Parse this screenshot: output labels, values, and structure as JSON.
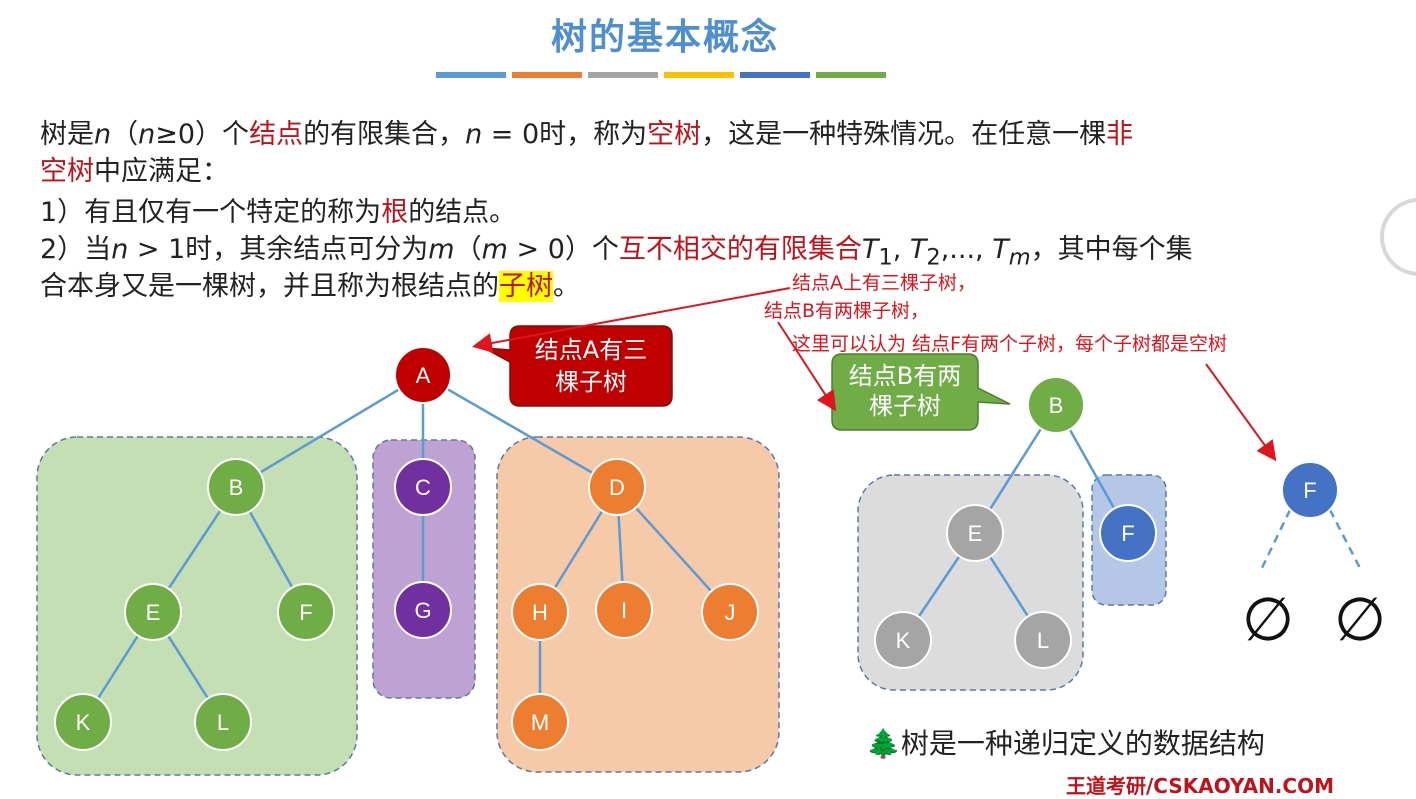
{
  "title": "树的基本概念",
  "accent_bars": [
    "#5b9bd5",
    "#ed7d31",
    "#a5a5a5",
    "#ffc000",
    "#4472c4",
    "#70ad47"
  ],
  "paragraph": {
    "line1_a": "树是",
    "n1": "n",
    "line1_b": "（",
    "n2": "n",
    "line1_c": "≥0）个",
    "term_node": "结点",
    "line1_d": "的有限集合，",
    "n3": "n",
    "line1_e": " = 0时，称为",
    "term_empty": "空树",
    "line1_f": "，这是一种特殊情况。在任意一棵",
    "term_non": "非",
    "line2_term": "空树",
    "line2_b": "中应满足：",
    "line3_a": "1）有且仅有一个特定的称为",
    "term_root": "根",
    "line3_b": "的结点。",
    "line4_a": "2）当",
    "n4": "n",
    "line4_b": " > 1时，其余结点可分为",
    "m1": "m",
    "line4_c": "（",
    "m2": "m",
    "line4_d": " > 0）个",
    "term_disjoint": "互不相交的有限集合",
    "t1": "T",
    "sub1": "1",
    "comma1": ", ",
    "t2": "T",
    "sub2": "2",
    "dots": ",..., ",
    "tm": "T",
    "subm": "m",
    "line4_e": "，其中每个集",
    "line5_a": "合本身又是一棵树，并且称为根结点的",
    "term_subtree": "子树",
    "line5_b": "。"
  },
  "annotations": {
    "line1": "结点A上有三棵子树，",
    "line2": "结点B有两棵子树，",
    "line3": "这里可以认为 结点F有两个子树，每个子树都是空树"
  },
  "callouts": {
    "a_line1": "结点A有三",
    "a_line2": "棵子树",
    "b_line1": "结点B有两",
    "b_line2": "棵子树"
  },
  "tree_main": {
    "nodes": [
      "A",
      "B",
      "C",
      "D",
      "E",
      "F",
      "G",
      "H",
      "I",
      "J",
      "K",
      "L",
      "M"
    ]
  },
  "tree_b": {
    "nodes": [
      "B",
      "E",
      "F",
      "K",
      "L"
    ]
  },
  "tree_f": {
    "root": "F",
    "left_empty": "∅",
    "right_empty": "∅"
  },
  "footer_note": "🌲树是一种递归定义的数据结构",
  "brand": "王道考研/CSKAOYAN.COM",
  "colors": {
    "red_node": "#c00000",
    "green_node": "#70ad47",
    "purple_node": "#7030a0",
    "orange_node": "#ed7d31",
    "grey_node": "#a5a5a5",
    "blue_node": "#4472c4"
  }
}
